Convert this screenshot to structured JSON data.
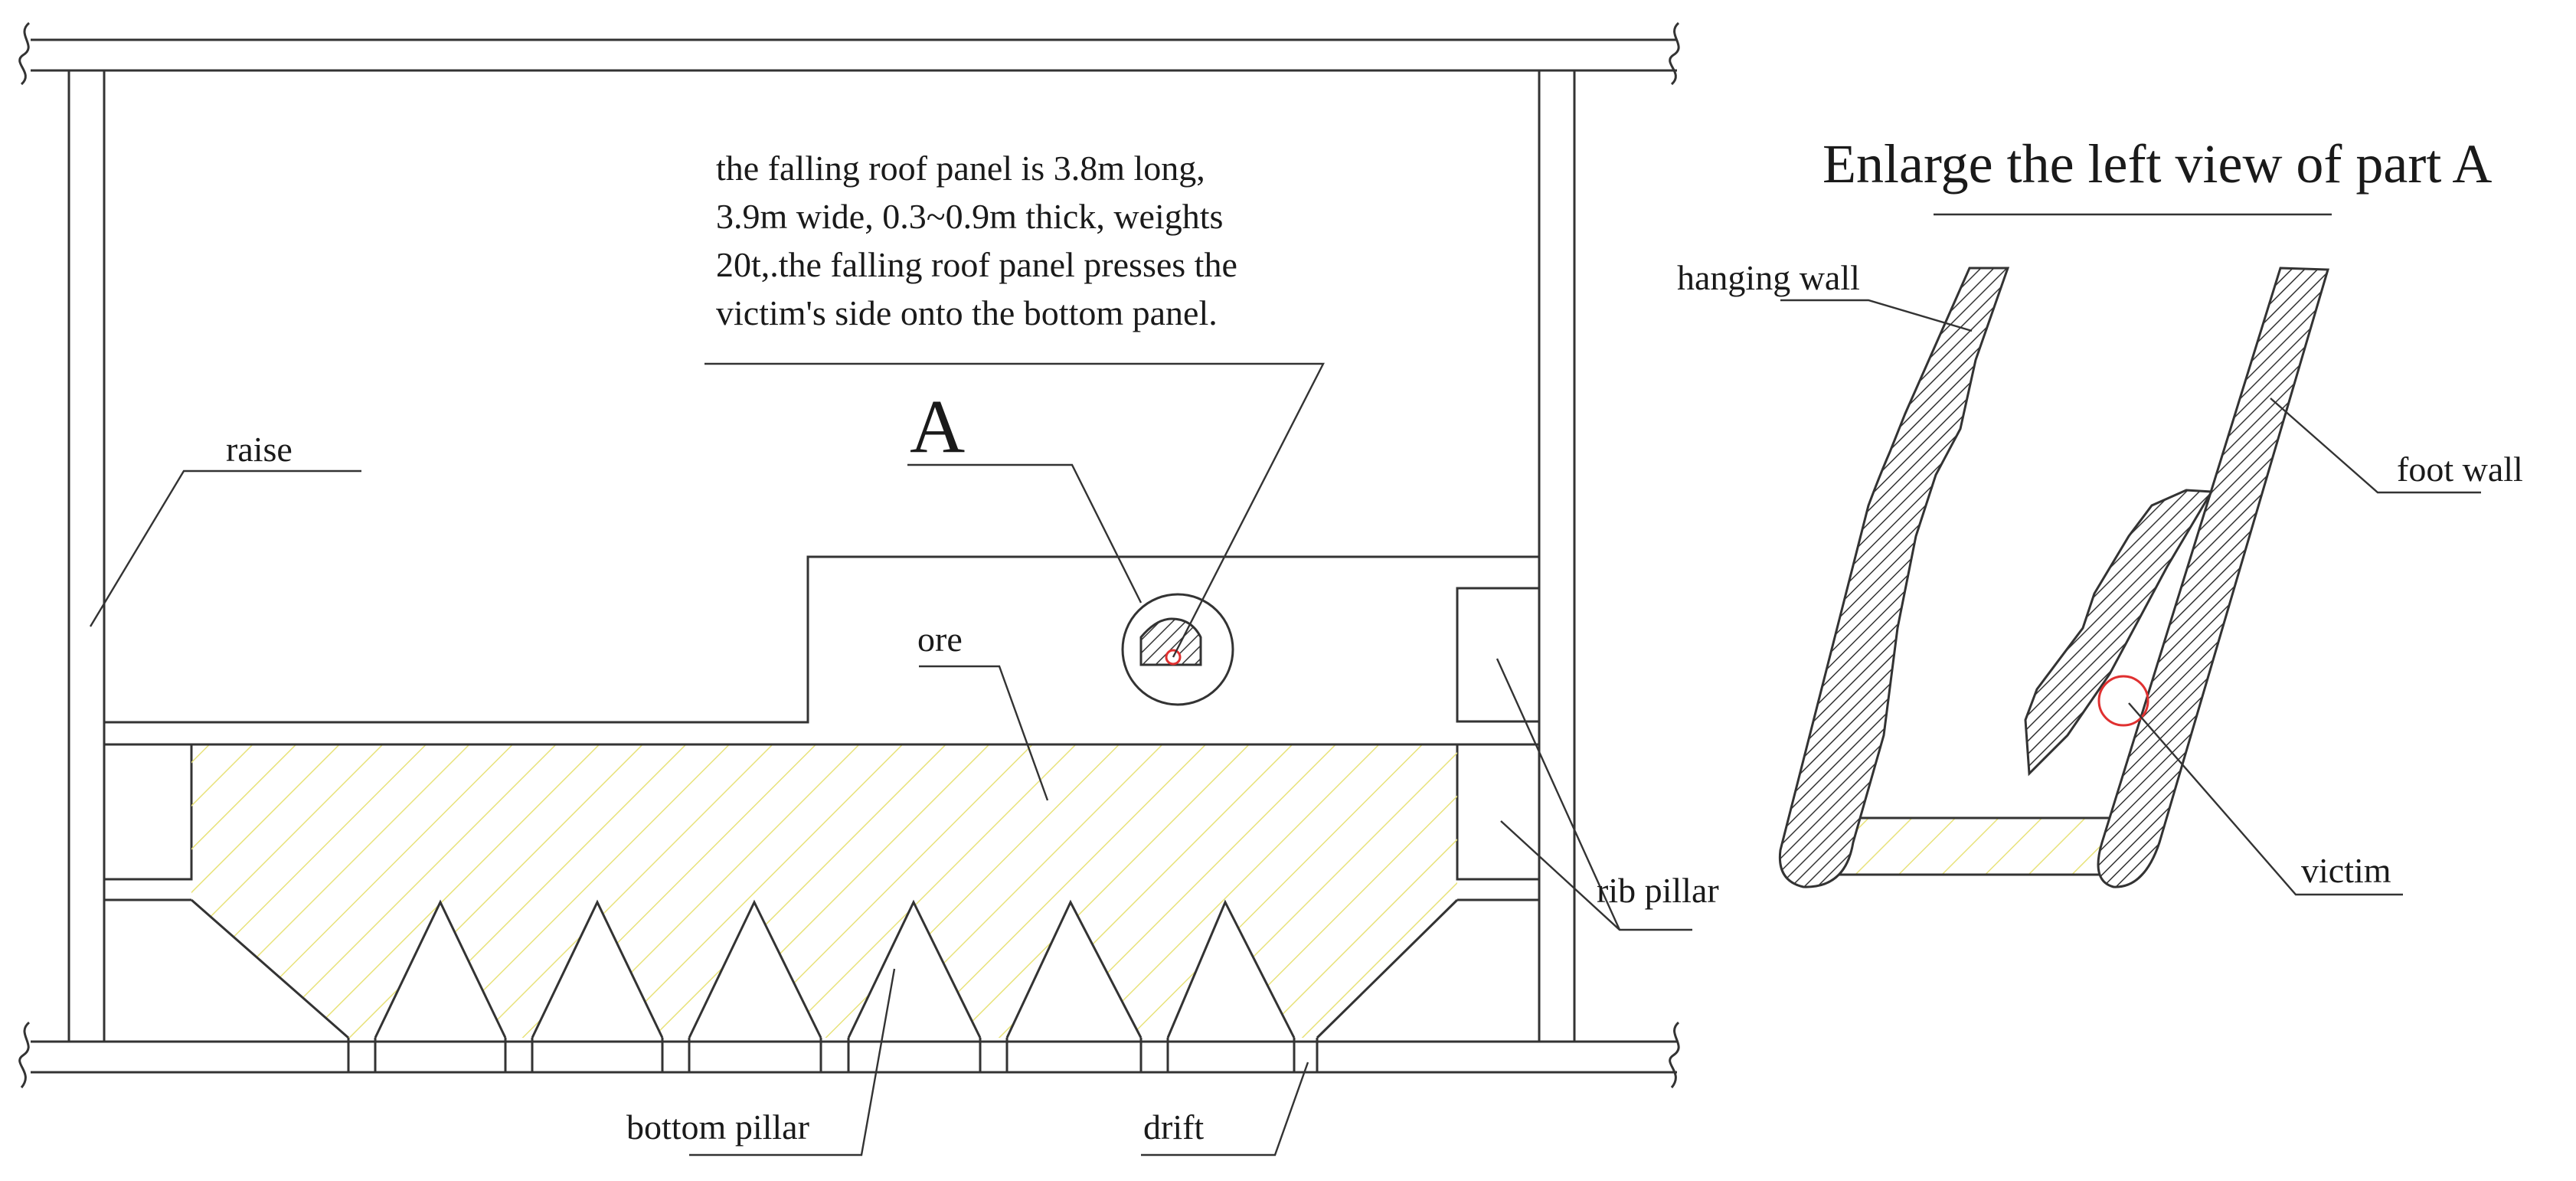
{
  "labels": {
    "raise": "raise",
    "ore": "ore",
    "rib_pillar": "rib pillar",
    "bottom_pillar": "bottom pillar",
    "drift": "drift",
    "part_a": "A",
    "hanging_wall": "hanging wall",
    "foot_wall": "foot wall",
    "victim": "victim"
  },
  "note": {
    "line1": "the falling roof panel is 3.8m long,",
    "line2": "3.9m wide, 0.3~0.9m thick, weights",
    "line3": "20t,.the falling roof panel presses the",
    "line4": "victim's side onto the bottom panel."
  },
  "detail_title": "Enlarge the left view of part A",
  "colors": {
    "ore_hatch": "#e8e27a",
    "rock_hatch": "#333333",
    "victim_marker": "#e03030",
    "line": "#333333"
  }
}
